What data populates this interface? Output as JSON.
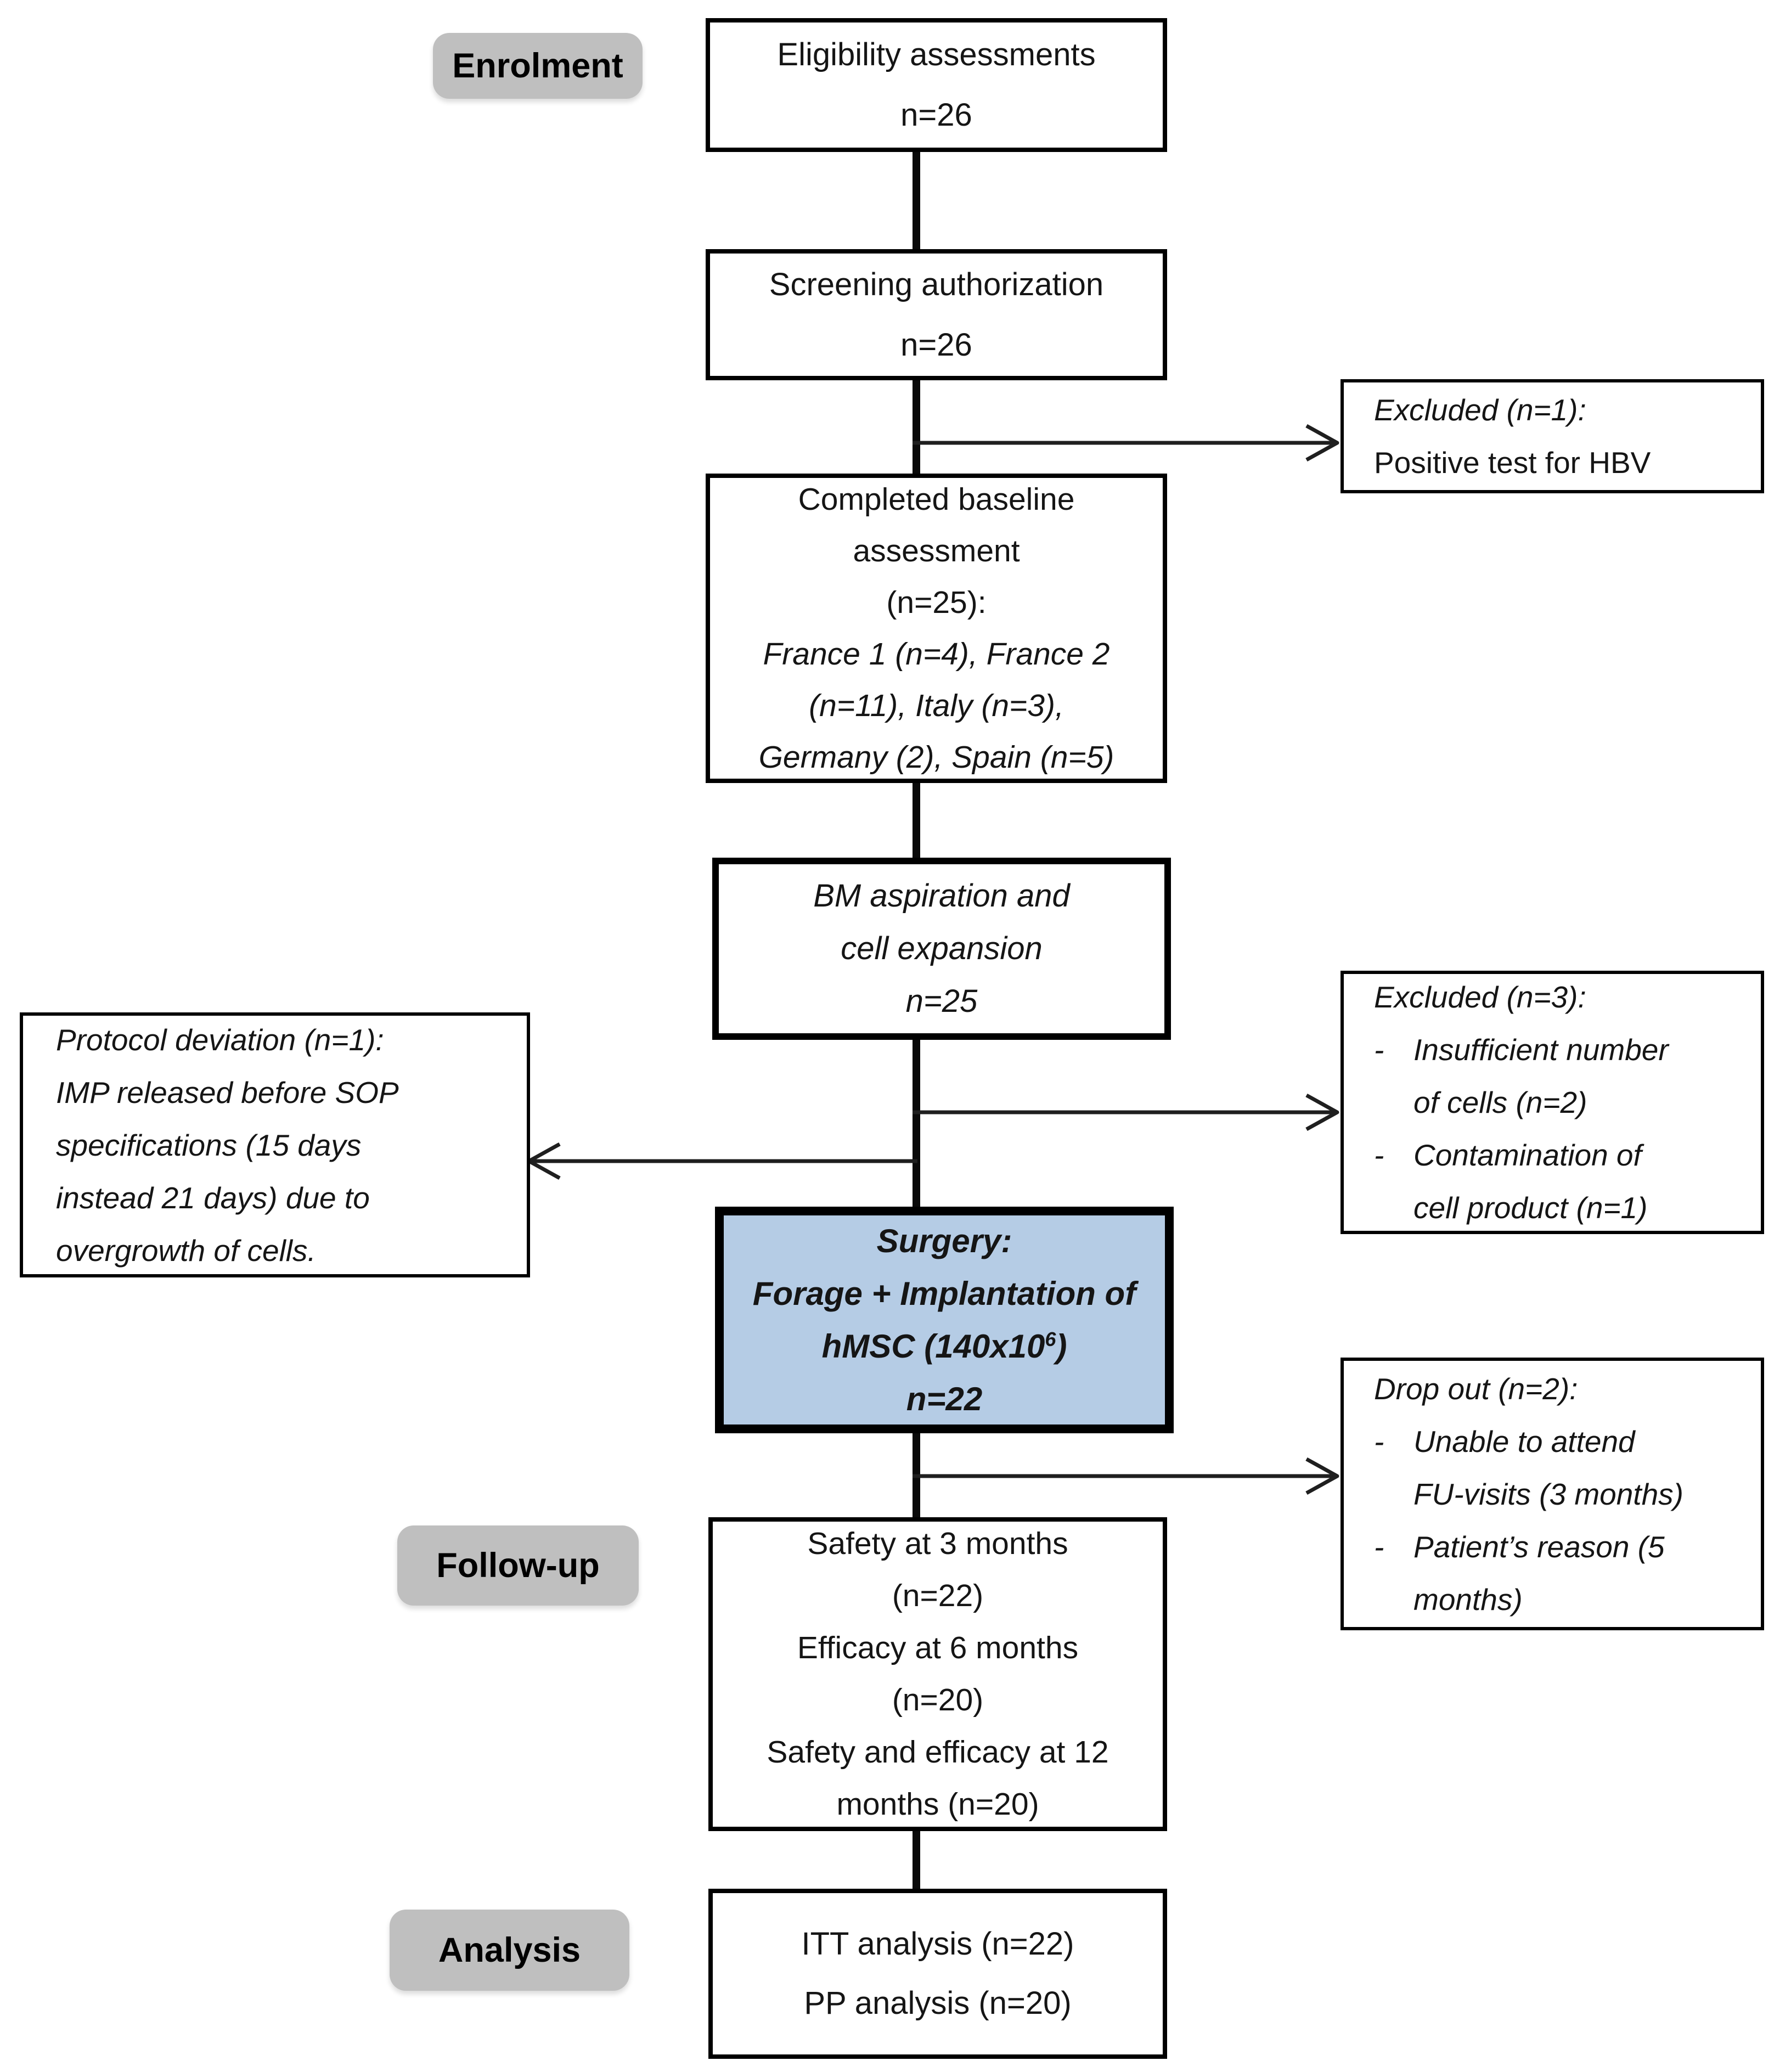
{
  "colors": {
    "label-bg": "#bfbfbf",
    "surgery-bg": "#b5cce5",
    "box-border": "#000000",
    "arrow": "#1f1f1f"
  },
  "stage_labels": {
    "enrolment": "Enrolment",
    "followup": "Follow-up",
    "analysis": "Analysis"
  },
  "flow": {
    "eligibility": {
      "line1": "Eligibility assessments",
      "line2": "n=26"
    },
    "screening": {
      "line1": "Screening authorization",
      "line2": "n=26"
    },
    "baseline": {
      "line1": "Completed baseline",
      "line2": "assessment",
      "line3": "(n=25):",
      "line4": "France 1 (n=4), France 2",
      "line5": "(n=11), Italy (n=3),",
      "line6": "Germany (2), Spain (n=5)"
    },
    "bm": {
      "line1": "BM aspiration and",
      "line2": "cell expansion",
      "line3": "n=25"
    },
    "surgery": {
      "line1": "Surgery:",
      "line2": "Forage + Implantation of",
      "line3_pre": "hMSC (140x10",
      "line3_sup": "6",
      "line3_post": ")",
      "line4": "n=22"
    },
    "safety": {
      "line1": "Safety at 3 months",
      "line2": "(n=22)",
      "line3": "Efficacy at 6 months",
      "line4": "(n=20)",
      "line5": "Safety and efficacy at 12",
      "line6": "months (n=20)"
    },
    "analysis_box": {
      "line1": "ITT analysis (n=22)",
      "line2": "PP analysis (n=20)"
    }
  },
  "side_notes": {
    "excluded_screening": {
      "title": "Excluded (n=1):",
      "body": "Positive test for HBV"
    },
    "excluded_expansion": {
      "title": "Excluded (n=3):",
      "bullet": "-",
      "item1_line1": "Insufficient number",
      "item1_line2": "of cells (n=2)",
      "item2_line1": "Contamination of",
      "item2_line2": "cell product (n=1)"
    },
    "protocol_deviation": {
      "line1": "Protocol deviation (n=1):",
      "line2": "IMP released before SOP",
      "line3": "specifications (15 days",
      "line4": "instead 21 days) due to",
      "line5": "overgrowth of cells."
    },
    "drop_out": {
      "title": "Drop out (n=2):",
      "bullet": "-",
      "item1_line1": "Unable to attend",
      "item1_line2": "FU-visits (3 months)",
      "item2_line1": "Patient’s reason (5",
      "item2_line2": "months)"
    }
  }
}
